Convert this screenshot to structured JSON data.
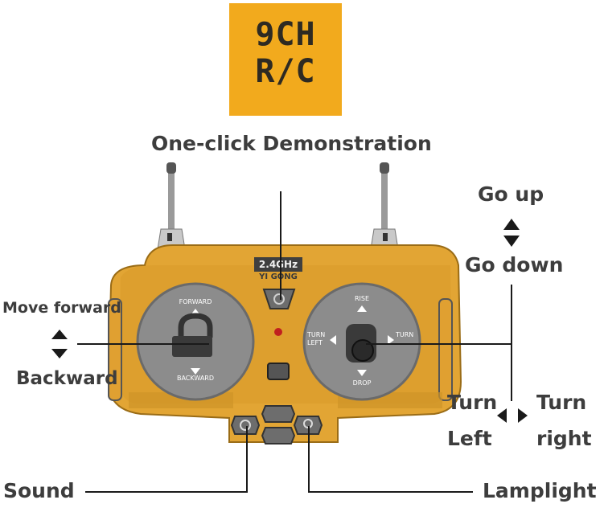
{
  "badge": {
    "line1": "9CH",
    "line2": "R/C"
  },
  "labels": {
    "demo": "One-click Demonstration",
    "go_up": "Go up",
    "go_down": "Go down",
    "move_forward": "Move forward",
    "backward": "Backward",
    "turn_left_1": "Turn",
    "turn_left_2": "Left",
    "turn_right_1": "Turn",
    "turn_right_2": "right",
    "sound": "Sound",
    "lamplight": "Lamplight"
  },
  "remote": {
    "frequency": "2.4GHz",
    "brand": "YI GONG",
    "left_top": "FORWARD",
    "left_bottom": "BACKWARD",
    "right_top": "RISE",
    "right_bottom": "DROP",
    "right_left_1": "TURN",
    "right_left_2": "LEFT",
    "right_right": "TURN"
  },
  "colors": {
    "body": "#e7a934",
    "badge": "#f2aa1d",
    "stick_pad": "#8a8a8a",
    "text": "#3d3d3d"
  }
}
